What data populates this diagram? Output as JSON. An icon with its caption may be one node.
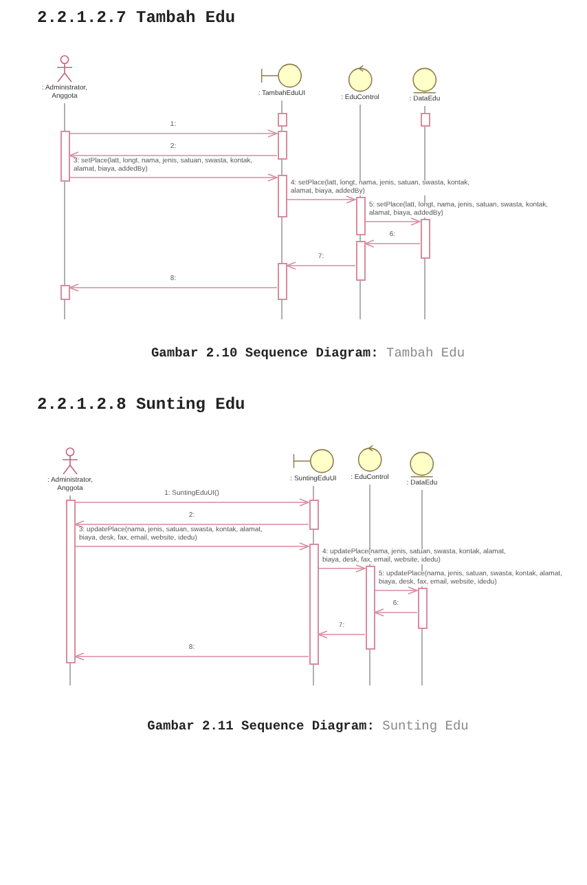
{
  "diagram": {
    "nodes": [
      {
        "text": [
          ": Administrator, Anggota"
        ]
      },
      {
        "text": [
          ": TambahEduUI"
        ]
      },
      {
        "text": [
          ": EduControl"
        ]
      },
      {
        "text": [
          ": DataEdu"
        ]
      },
      {
        "text": [],
        "shape": "bar"
      },
      {
        "text": [],
        "shape": "bar"
      },
      {
        "text": [],
        "shape": "bar"
      },
      {
        "text": [],
        "shape": "bar"
      },
      {
        "text": [],
        "shape": "bar"
      },
      {
        "text": [],
        "shape": "bar"
      },
      {
        "text": [],
        "shape": "bar"
      },
      {
        "text": [],
        "shape": "bar"
      },
      {
        "text": [],
        "shape": "bar"
      },
      {
        "text": [],
        "shape": "bar"
      },
      {
        "text": [
          ": Administrator, Anggota"
        ]
      },
      {
        "text": [
          ": SuntingEduUI"
        ]
      },
      {
        "text": [
          ": EduControl"
        ]
      },
      {
        "text": [
          ": DataEdu"
        ]
      },
      {
        "text": [],
        "shape": "bar"
      },
      {
        "text": [],
        "shape": "bar"
      },
      {
        "text": [],
        "shape": "bar"
      },
      {
        "text": [],
        "shape": "bar"
      },
      {
        "text": [],
        "shape": "bar"
      }
    ],
    "edges": [
      {
        "from": 4,
        "to": 7,
        "arrow": "to",
        "label": "1:"
      },
      {
        "from": 7,
        "to": 4,
        "arrow": "to",
        "label": "2:"
      },
      {
        "from": 4,
        "to": 8,
        "arrow": "to",
        "label": "3: setPlace(latt, longt, nama, jenis, satuan, swasta, kontak, alamat, biaya, addedBy)"
      },
      {
        "from": 8,
        "to": 10,
        "arrow": "to",
        "label": "4: setPlace(latt, longt, nama, jenis, satuan, swasta, kontak, alamat, biaya, addedBy)"
      },
      {
        "from": 10,
        "to": 13,
        "arrow": "to",
        "label": "5: setPlace(latt, longt, nama, jenis, satuan, swasta, kontak, alamat, biaya, addedBy)"
      },
      {
        "from": 13,
        "to": 11,
        "arrow": "to",
        "label": "6:"
      },
      {
        "from": 11,
        "to": 9,
        "arrow": "to",
        "label": "7:"
      },
      {
        "from": 9,
        "to": 5,
        "arrow": "to",
        "label": "8:"
      },
      {
        "from": 18,
        "to": 19,
        "arrow": "to",
        "label": "1: SuntingEduUI()"
      },
      {
        "from": 19,
        "to": 18,
        "arrow": "to",
        "label": "2:"
      },
      {
        "from": 18,
        "to": 20,
        "arrow": "to",
        "label": "3: updatePlace(nama, jenis, satuan, swasta, kontak, alamat, biaya, desk, fax, email, website, idedu)"
      },
      {
        "from": 20,
        "to": 21,
        "arrow": "to",
        "label": "4: updatePlace(nama, jenis, satuan, swasta, kontak, alamat, biaya, desk, fax, email, website, idedu)"
      },
      {
        "from": 21,
        "to": 22,
        "arrow": "to",
        "label": "5: updatePlace(nama, jenis, satuan, swasta, kontak, alamat, biaya, desk, fax, email, website, idedu)"
      },
      {
        "from": 22,
        "to": 21,
        "arrow": "to",
        "label": "6:"
      },
      {
        "from": 21,
        "to": 20,
        "arrow": "to",
        "label": "7:"
      },
      {
        "from": 20,
        "to": 18,
        "arrow": "to",
        "label": "8:"
      }
    ],
    "labels": [
      "2.2.1.2.7 Tambah Edu",
      "**Gambar 2.10 Sequence Diagram:** Tambah Edu",
      "2.2.1.2.8 Sunting Edu",
      "**Gambar 2.11 Sequence Diagram:** Sunting Edu"
    ]
  }
}
